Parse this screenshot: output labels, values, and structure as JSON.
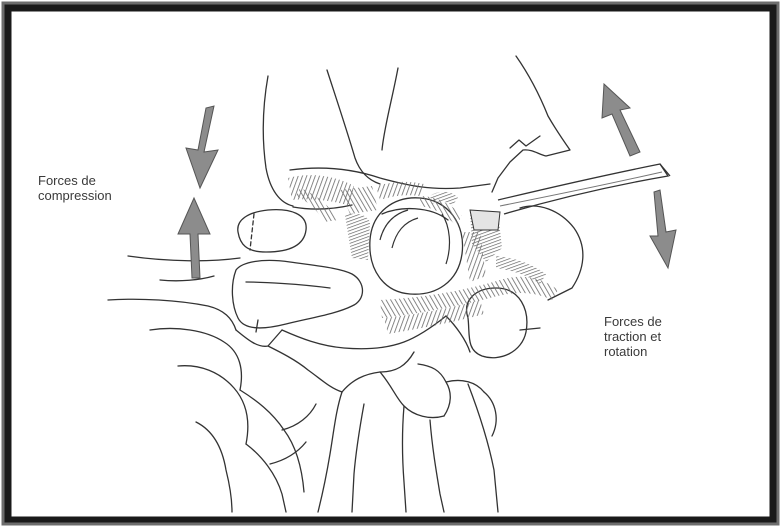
{
  "figure": {
    "labels": {
      "compression_line1": "Forces de",
      "compression_line2": "compression",
      "traction_line1": "Forces de",
      "traction_line2": "traction et",
      "traction_line3": "rotation"
    },
    "colors": {
      "frame": "#1a1a1a",
      "line": "#333333",
      "arrow_fill": "#8c8c8c",
      "arrow_stroke": "#555555",
      "hatch": "#6a6a6a",
      "text": "#3a3a3a"
    },
    "icons": {
      "up_down_arrows_left": "compression-arrows-icon",
      "up_down_arrows_right": "traction-arrows-icon"
    }
  }
}
